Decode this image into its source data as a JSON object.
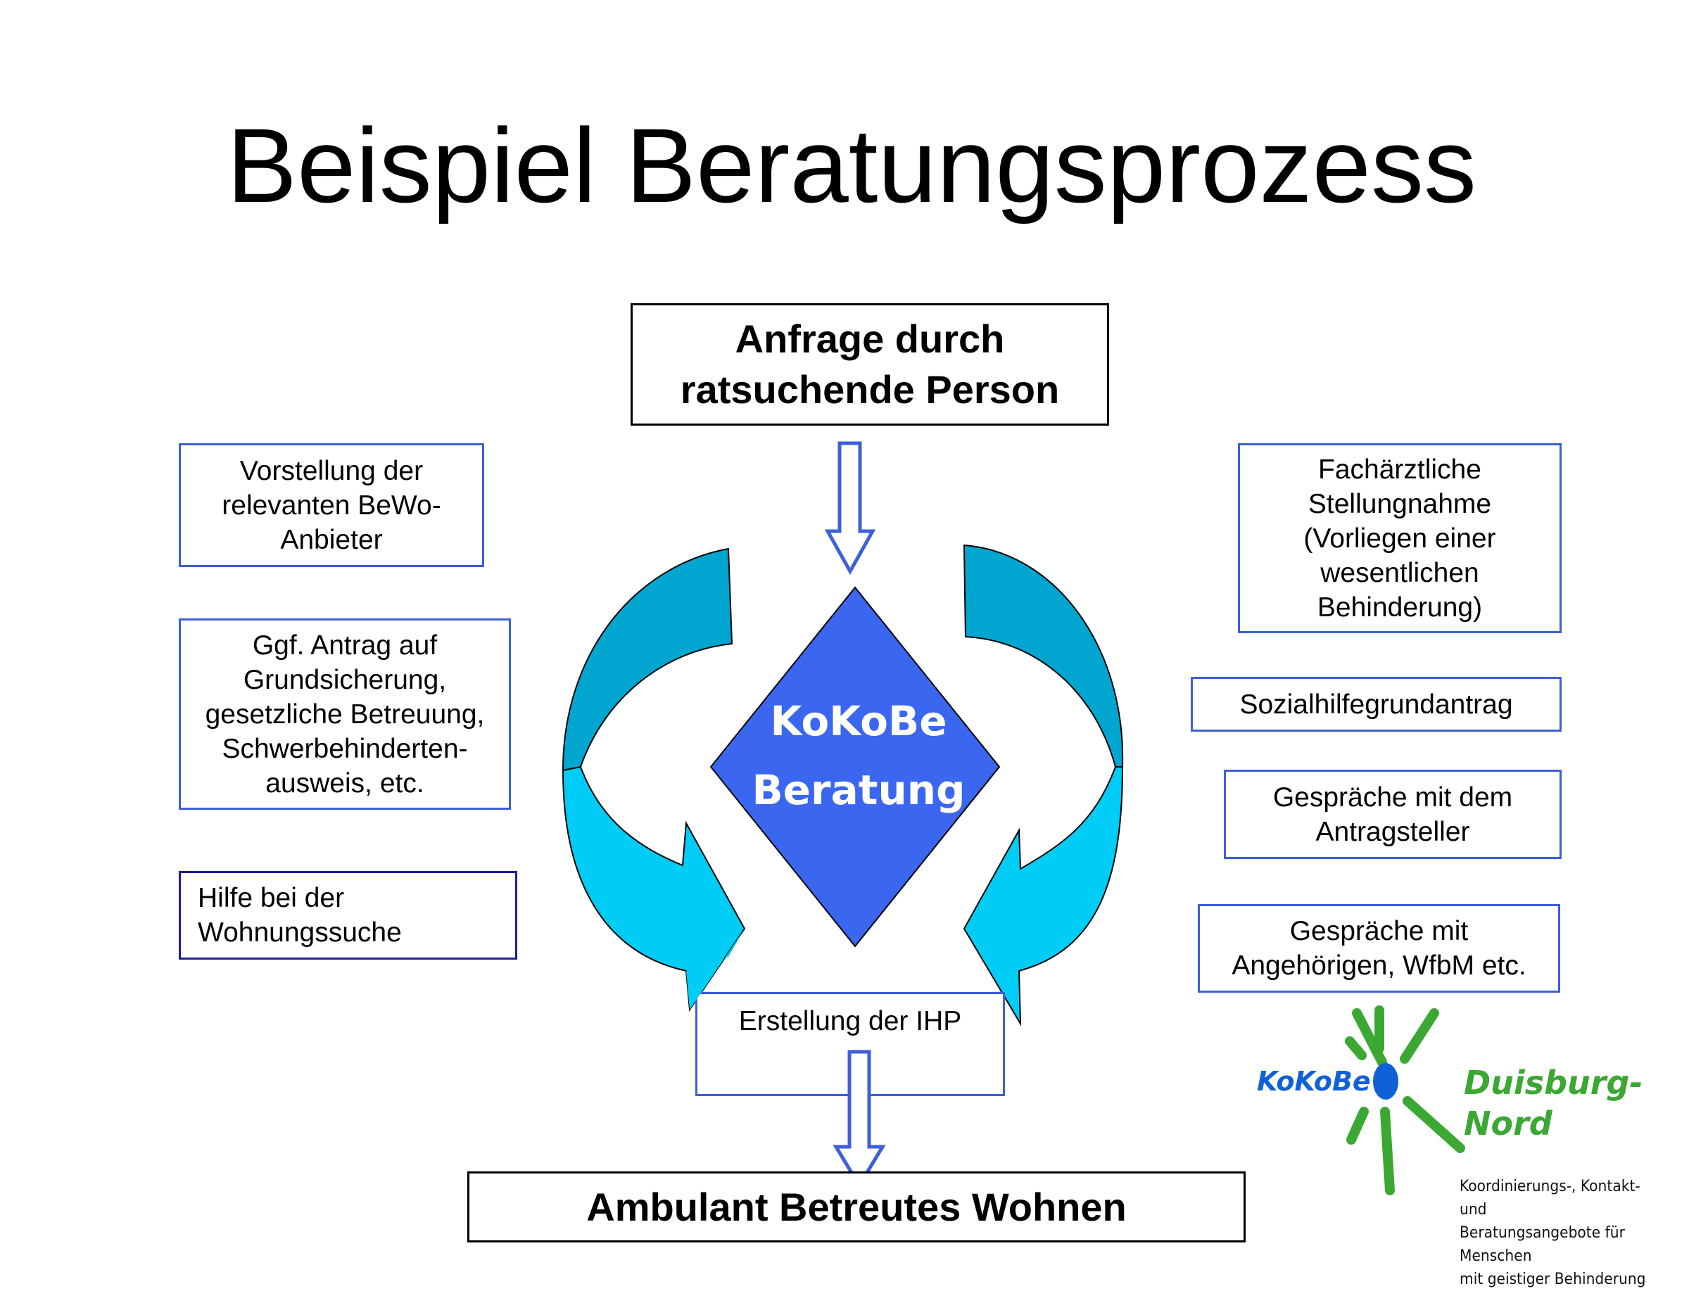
{
  "title": "Beispiel Beratungsprozess",
  "top_box": [
    "Anfrage durch",
    "ratsuchende Person"
  ],
  "center": [
    "KoKoBe",
    "Beratung"
  ],
  "left_boxes": {
    "vorstellung": [
      "Vorstellung der",
      "relevanten BeWo-",
      "Anbieter"
    ],
    "antrag": [
      "Ggf. Antrag auf",
      "Grundsicherung,",
      "gesetzliche Betreuung,",
      "Schwerbehinderten-",
      "ausweis, etc."
    ],
    "wohnung": [
      "Hilfe bei der",
      "Wohnungssuche"
    ]
  },
  "right_boxes": {
    "fachaerztlich": [
      "Fachärztliche",
      "Stellungnahme",
      "(Vorliegen einer",
      "wesentlichen",
      "Behinderung)"
    ],
    "sozialhilfe": [
      "Sozialhilfegrundantrag"
    ],
    "gespraeche_antragsteller": [
      "Gespräche mit dem",
      "Antragsteller"
    ],
    "gespraeche_angehoerige": [
      "Gespräche mit",
      "Angehörigen, WfbM etc."
    ]
  },
  "ihp_box": "Erstellung der IHP",
  "bottom_box": "Ambulant Betreutes Wohnen",
  "logo": {
    "name": "KoKoBe",
    "city": [
      "Duisburg-",
      "Nord"
    ],
    "tagline": [
      "Koordinierungs-, Kontakt- und",
      "Beratungsangebote für Menschen",
      "mit geistiger Behinderung"
    ]
  },
  "colors": {
    "diamond": "#3a66f0",
    "arrow_dark": "#00a6d0",
    "arrow_light": "#00cdf5",
    "box_border_blue": "#3d5fd8",
    "logo_green": "#3aa832",
    "logo_blue": "#1060d8"
  }
}
